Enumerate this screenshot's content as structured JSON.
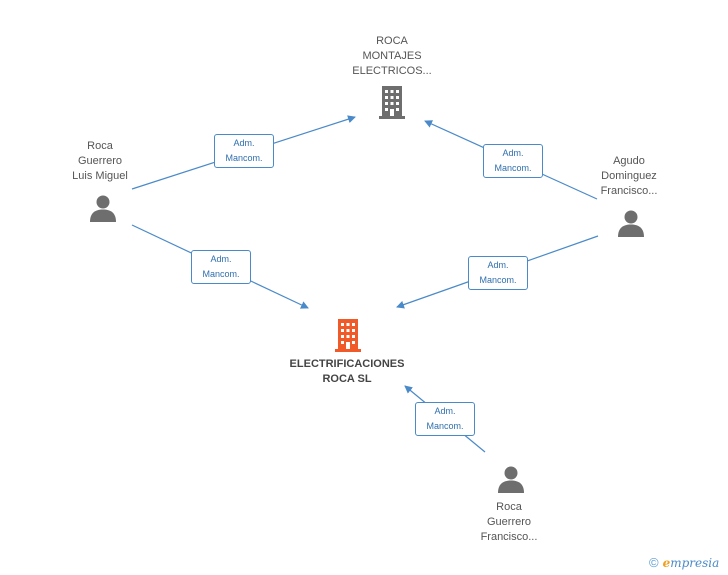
{
  "nodes": {
    "roca_montajes": {
      "lines": [
        "ROCA",
        "MONTAJES",
        "ELECTRICOS..."
      ]
    },
    "roca_luis": {
      "lines": [
        "Roca",
        "Guerrero",
        "Luis Miguel"
      ]
    },
    "agudo": {
      "lines": [
        "Agudo",
        "Dominguez",
        "Francisco..."
      ]
    },
    "main_company": {
      "lines": [
        "ELECTRIFICACIONES",
        "ROCA SL"
      ]
    },
    "roca_francisco": {
      "lines": [
        "Roca",
        "Guerrero",
        "Francisco..."
      ]
    }
  },
  "edges": [
    {
      "id": "e1",
      "from": "roca_luis",
      "to": "roca_montajes",
      "label": [
        "Adm.",
        "Mancom."
      ]
    },
    {
      "id": "e2",
      "from": "agudo",
      "to": "roca_montajes",
      "label": [
        "Adm.",
        "Mancom."
      ]
    },
    {
      "id": "e3",
      "from": "roca_luis",
      "to": "main_company",
      "label": [
        "Adm.",
        "Mancom."
      ]
    },
    {
      "id": "e4",
      "from": "agudo",
      "to": "main_company",
      "label": [
        "Adm.",
        "Mancom."
      ]
    },
    {
      "id": "e5",
      "from": "roca_francisco",
      "to": "main_company",
      "label": [
        "Adm.",
        "Mancom."
      ]
    }
  ],
  "colors": {
    "edge": "#4a8ac9",
    "person": "#6e6e6e",
    "company": "#6e6e6e",
    "main_company": "#f05a28"
  },
  "footer": {
    "copyright": "©",
    "brand_e": "e",
    "brand_rest": "mpresia"
  }
}
